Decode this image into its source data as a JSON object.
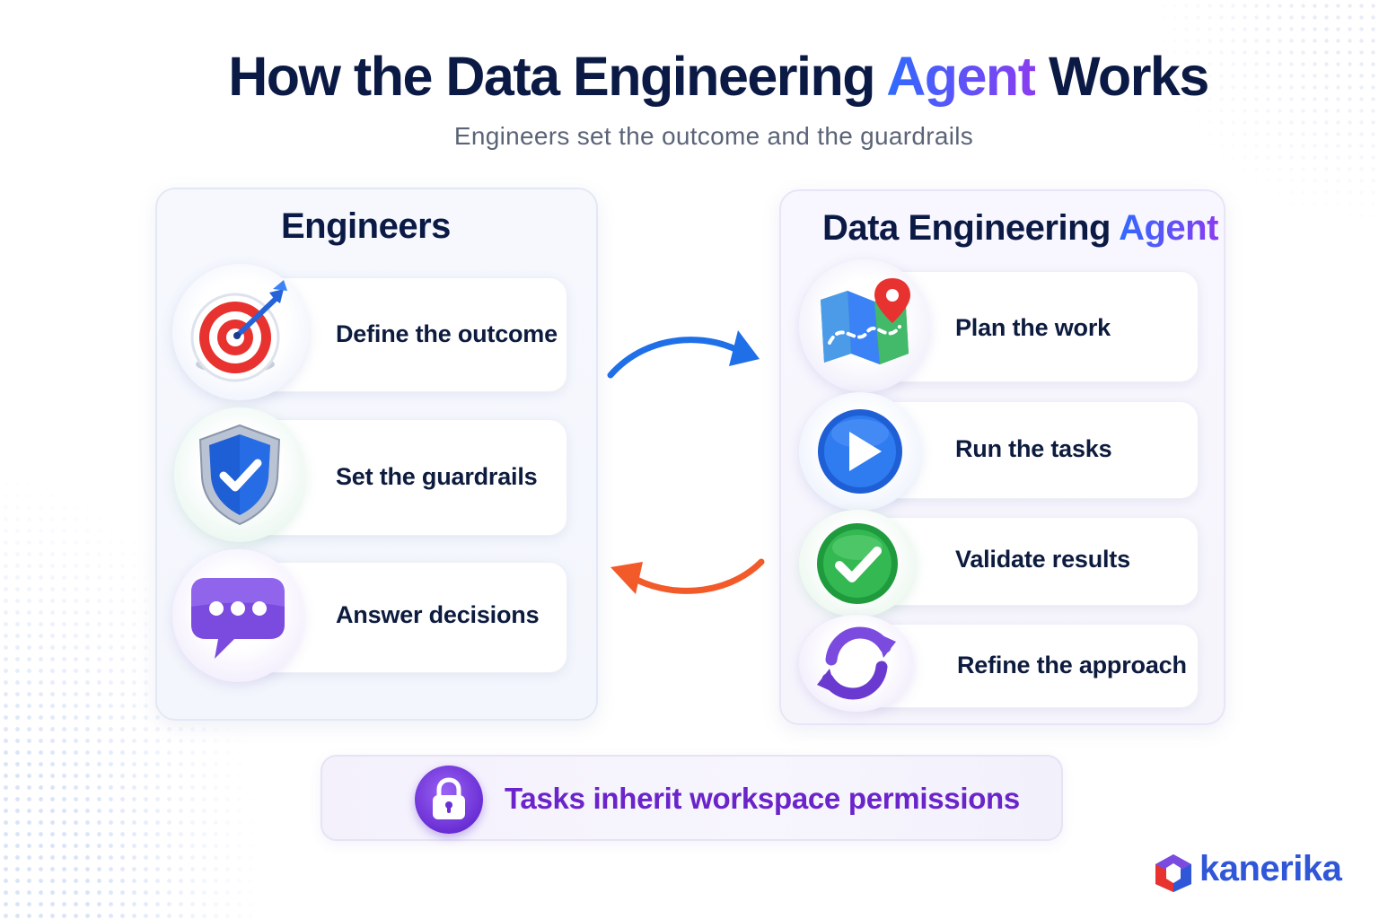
{
  "title": {
    "before": "How the Data Engineering ",
    "accent": "Agent",
    "after": " Works"
  },
  "subtitle": "Engineers set the outcome and the guardrails",
  "engineers": {
    "title": "Engineers",
    "items": [
      {
        "label": "Define the outcome",
        "icon": "target-icon"
      },
      {
        "label": "Set the guardrails",
        "icon": "shield-check-icon"
      },
      {
        "label": "Answer decisions",
        "icon": "chat-bubble-icon"
      }
    ]
  },
  "agent": {
    "title_before": "Data Engineering ",
    "title_accent": "Agent",
    "items": [
      {
        "label": "Plan the work",
        "icon": "map-pin-icon"
      },
      {
        "label": "Run the tasks",
        "icon": "play-icon"
      },
      {
        "label": "Validate results",
        "icon": "check-circle-icon"
      },
      {
        "label": "Refine the approach",
        "icon": "refresh-icon"
      }
    ]
  },
  "footer_note": {
    "text": "Tasks inherit workspace permissions",
    "icon": "lock-icon"
  },
  "logo": {
    "text": "kanerika",
    "icon": "kanerika-cube-icon"
  },
  "colors": {
    "navy": "#0b1a45",
    "accent_blue": "#2f6bff",
    "accent_purple": "#8a3cf0",
    "arrow_forward": "#1f6fe8",
    "arrow_back": "#f25a2a",
    "note_purple": "#6a24c9"
  }
}
